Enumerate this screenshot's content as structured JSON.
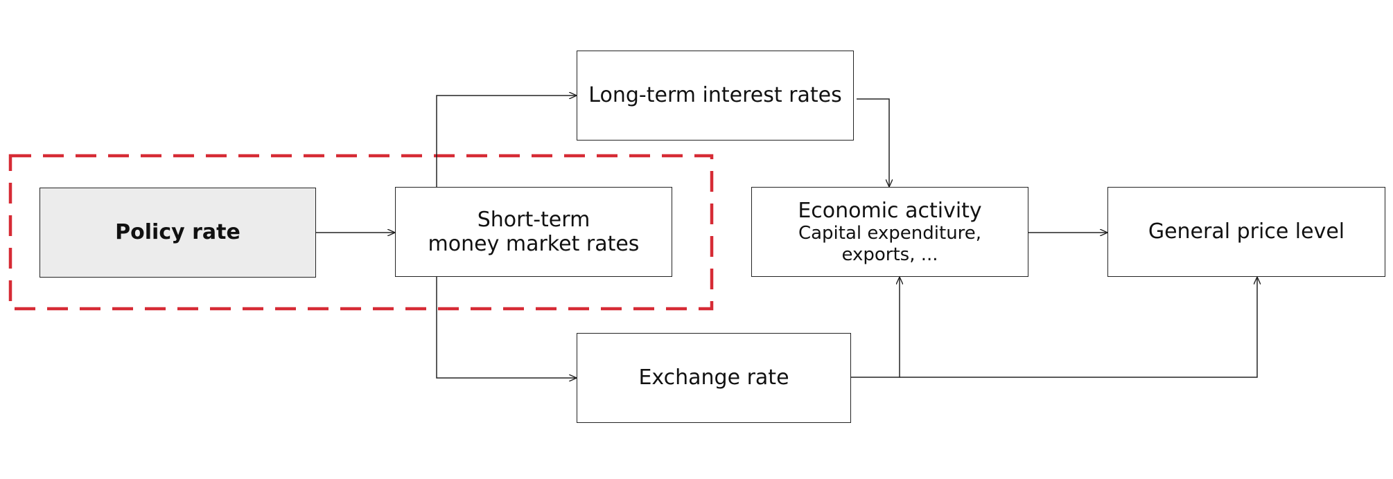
{
  "diagram": {
    "boxes": {
      "policy_rate": {
        "label": "Policy rate"
      },
      "short_term": {
        "line1": "Short-term",
        "line2": "money market rates"
      },
      "long_term": {
        "label": "Long-term interest rates"
      },
      "economic_activity": {
        "title": "Economic activity",
        "detail1": "Capital expenditure,",
        "detail2": "exports, ..."
      },
      "price_level": {
        "label": "General price level"
      },
      "exchange_rate": {
        "label": "Exchange rate"
      }
    },
    "colors": {
      "highlight_dashed_border": "#d62b35",
      "policy_box_fill": "#ececec",
      "line": "#222222"
    }
  }
}
